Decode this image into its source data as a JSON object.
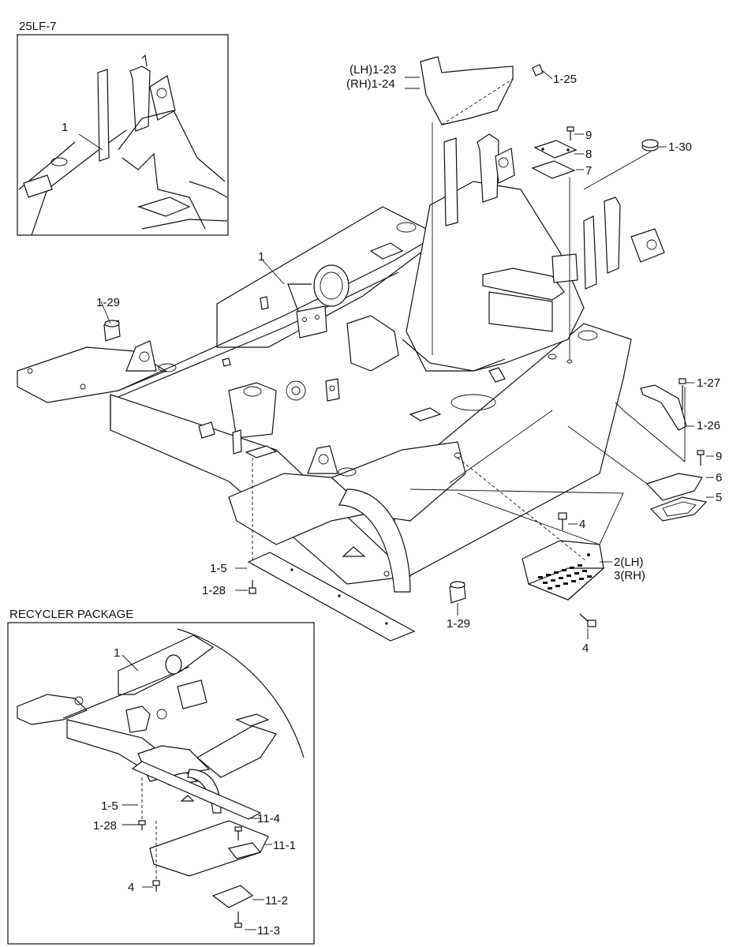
{
  "insets": {
    "top_left": {
      "title": "25LF-7",
      "labels": [
        "1"
      ]
    },
    "bottom_left": {
      "title": "RECYCLER PACKAGE",
      "labels": [
        "1",
        "1-5",
        "1-28",
        "4",
        "11-4",
        "11-1",
        "11-2",
        "11-3"
      ]
    }
  },
  "main": {
    "labels": [
      "(LH)1-23",
      "(RH)1-24",
      "1-25",
      "9",
      "8",
      "7",
      "1-30",
      "1",
      "1-29",
      "1-27",
      "1-26",
      "9",
      "6",
      "5",
      "4",
      "2(LH)",
      "3(RH)",
      "1-5",
      "1-28",
      "1-29",
      "4"
    ]
  }
}
